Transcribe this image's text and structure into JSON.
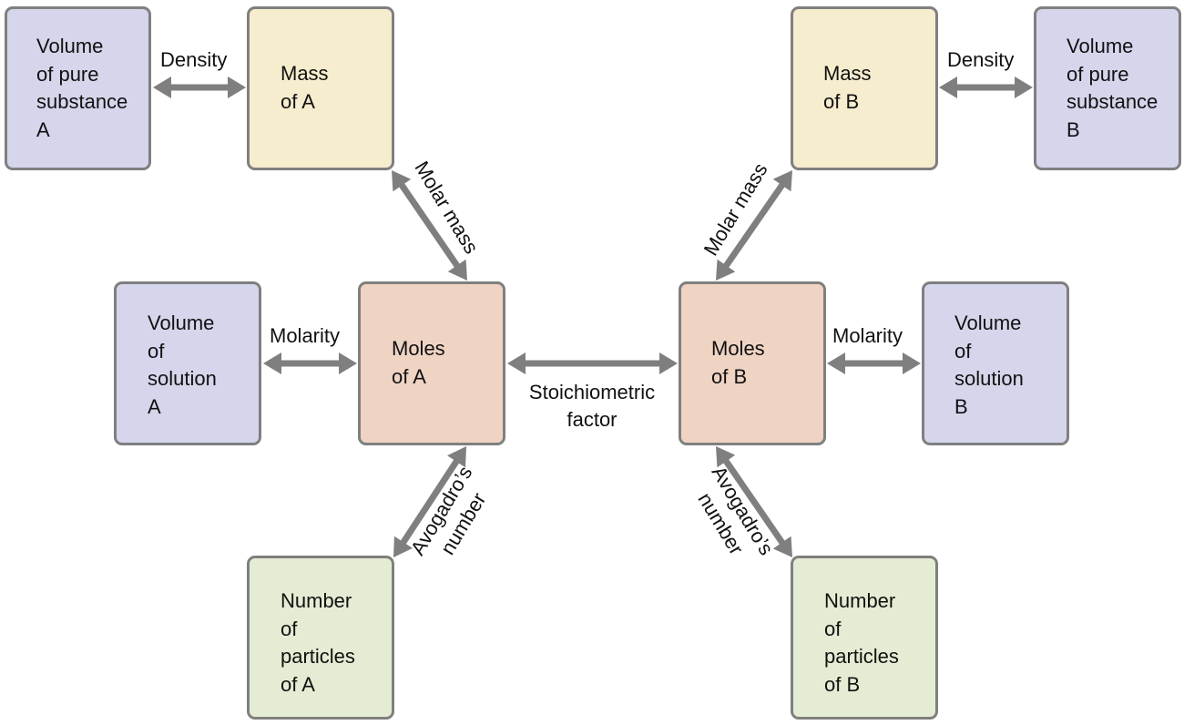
{
  "boxes": {
    "vol_pure_a": "Volume\nof pure\nsubstance\nA",
    "mass_a": "Mass\nof A",
    "mass_b": "Mass\nof B",
    "vol_pure_b": "Volume\nof pure\nsubstance\nB",
    "vol_sol_a": "Volume\nof\nsolution\nA",
    "moles_a": "Moles\nof A",
    "moles_b": "Moles\nof B",
    "vol_sol_b": "Volume\nof\nsolution\nB",
    "particles_a": "Number\nof\nparticles\nof A",
    "particles_b": "Number\nof\nparticles\nof B"
  },
  "labels": {
    "density_a": "Density",
    "density_b": "Density",
    "molar_mass_a": "Molar mass",
    "molar_mass_b": "Molar mass",
    "molarity_a": "Molarity",
    "molarity_b": "Molarity",
    "stoichiometric": "Stoichiometric\nfactor",
    "avogadro_a": "Avogadro’s\nnumber",
    "avogadro_b": "Avogadro’s\nnumber"
  },
  "colors": {
    "volume_box": "#d5d6ec",
    "mass_box": "#f6ecce",
    "moles_box": "#efd3c3",
    "particles_box": "#e4ecd3",
    "arrow": "#7f7f7f"
  }
}
